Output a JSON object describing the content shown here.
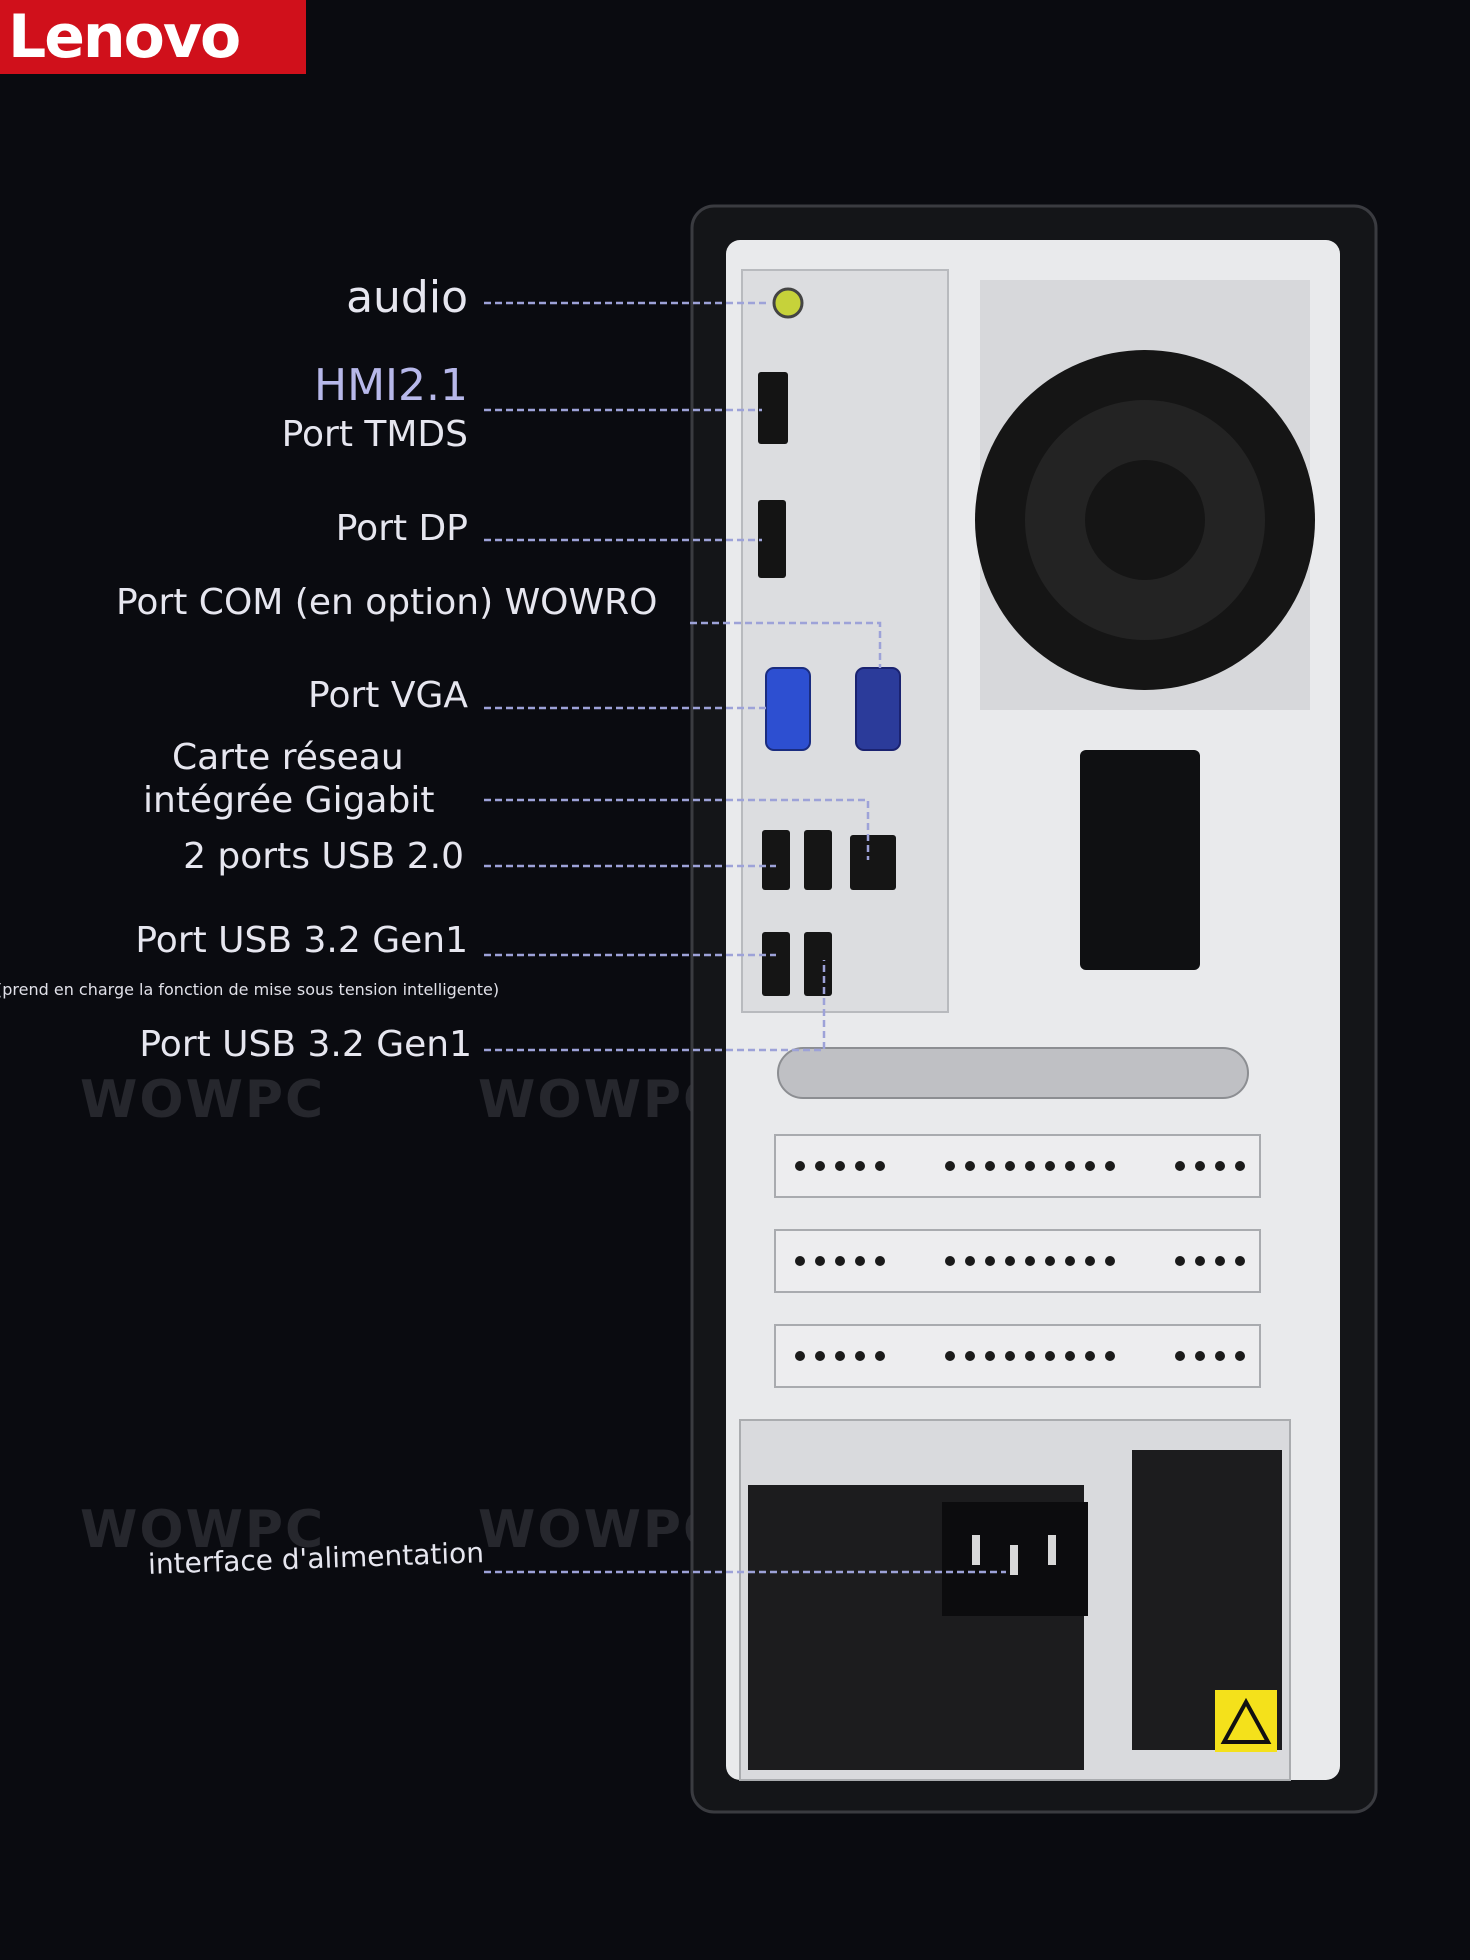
{
  "logo": {
    "text": "Lenovo",
    "color": "#d0101b"
  },
  "labels": {
    "audio": "audio",
    "hdmi_title": "HMI2.1",
    "hdmi_sub": "Port TMDS",
    "dp": "Port DP",
    "com": "Port COM (en option) WOWRO",
    "vga": "Port VGA",
    "lan_line1": "Carte réseau",
    "lan_line2": "intégrée Gigabit",
    "usb2": "2 ports USB 2.0",
    "usb32_a": "Port USB 3.2 Gen1",
    "usb32_a_note": "(prend en charge la fonction de mise sous tension intelligente)",
    "usb32_b": "Port USB 3.2 Gen1",
    "power": "interface d'alimentation"
  },
  "watermark": "WOWPC",
  "colors": {
    "background": "#0a0b10",
    "leader_line": "#9da2d8",
    "chassis": "#e9eaec",
    "vga_port": "#2d4fd1",
    "warning": "#f4e11b"
  }
}
